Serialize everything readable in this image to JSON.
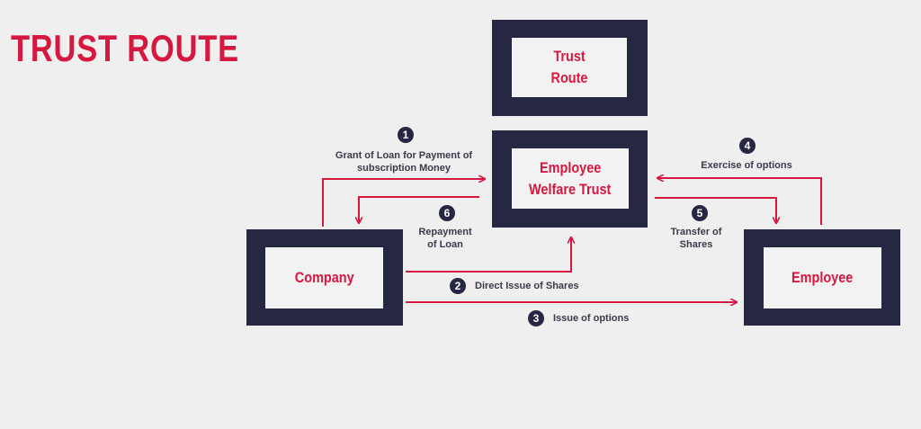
{
  "title": "TRUST ROUTE",
  "boxes": {
    "trust_route": "Trust Route",
    "ewt_line1": "Employee",
    "ewt_line2": "Welfare Trust",
    "company": "Company",
    "employee": "Employee"
  },
  "flows": [
    {
      "num": "1",
      "label_line1": "Grant of Loan for Payment of",
      "label_line2": "subscription Money"
    },
    {
      "num": "2",
      "label": "Direct Issue of Shares"
    },
    {
      "num": "3",
      "label": "Issue of options"
    },
    {
      "num": "4",
      "label": "Exercise of options"
    },
    {
      "num": "5",
      "label_line1": "Transfer of",
      "label_line2": "Shares"
    },
    {
      "num": "6",
      "label_line1": "Repayment",
      "label_line2": "of Loan"
    }
  ],
  "colors": {
    "accent": "#d6173f",
    "box": "#262742"
  }
}
